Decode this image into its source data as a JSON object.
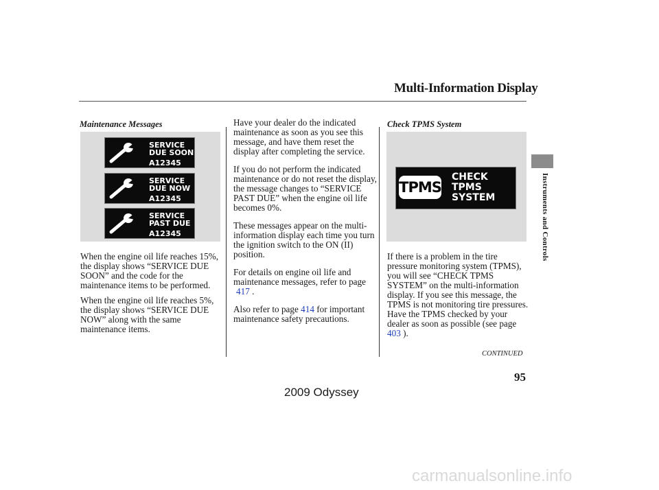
{
  "header": {
    "title": "Multi-Information Display"
  },
  "left": {
    "subheading": "Maintenance Messages",
    "messages": [
      {
        "line1": "SERVICE",
        "line2": "DUE SOON",
        "code": "A12345"
      },
      {
        "line1": "SERVICE",
        "line2": "DUE NOW",
        "code": "A12345"
      },
      {
        "line1": "SERVICE",
        "line2": "PAST DUE",
        "code": "A12345"
      }
    ],
    "para1": "When the engine oil life reaches 15%, the display shows “SERVICE DUE SOON” and the code for the maintenance items to be performed.",
    "para2": "When the engine oil life reaches 5%, the display shows “SERVICE DUE NOW” along with the same maintenance items."
  },
  "middle": {
    "para1": "Have your dealer do the indicated maintenance as soon as you see this message, and have them reset the display after completing the service.",
    "para2": "If you do not perform the indicated maintenance or do not reset the display, the message changes to “SERVICE PAST DUE” when the engine oil life becomes 0%.",
    "para3": "These messages appear on the multi-information display each time you turn the ignition switch to the ON (II) position.",
    "para4_text": "For details on engine oil life and maintenance messages, refer to page",
    "para4_link": "417",
    "para4_end": ".",
    "para5_start": "Also refer to page",
    "para5_link": "414",
    "para5_end": "for important maintenance safety precautions."
  },
  "right": {
    "subheading": "Check TPMS System",
    "tpms_badge": "TPMS",
    "tpms_lines": [
      "CHECK",
      "TPMS",
      "SYSTEM"
    ],
    "para_text": "If there is a problem in the tire pressure monitoring system (TPMS), you will see “CHECK TPMS SYSTEM” on the multi-information display. If you see this message, the TPMS is not monitoring tire pressures. Have the TPMS checked by your dealer as soon as possible (see page",
    "para_link": "403",
    "para_end": ")."
  },
  "side_tab": "Instruments and Controls",
  "footer": {
    "continued": "CONTINUED",
    "page_number": "95",
    "model": "2009  Odyssey",
    "watermark": "carmanualsonline.info"
  },
  "colors": {
    "link": "#1f3fb8",
    "panel": "#dcdcdc",
    "display": "#0b0b0b",
    "side_tab": "#8c8c8c"
  },
  "icons": [
    "wrench-icon",
    "tpms-badge-icon"
  ]
}
